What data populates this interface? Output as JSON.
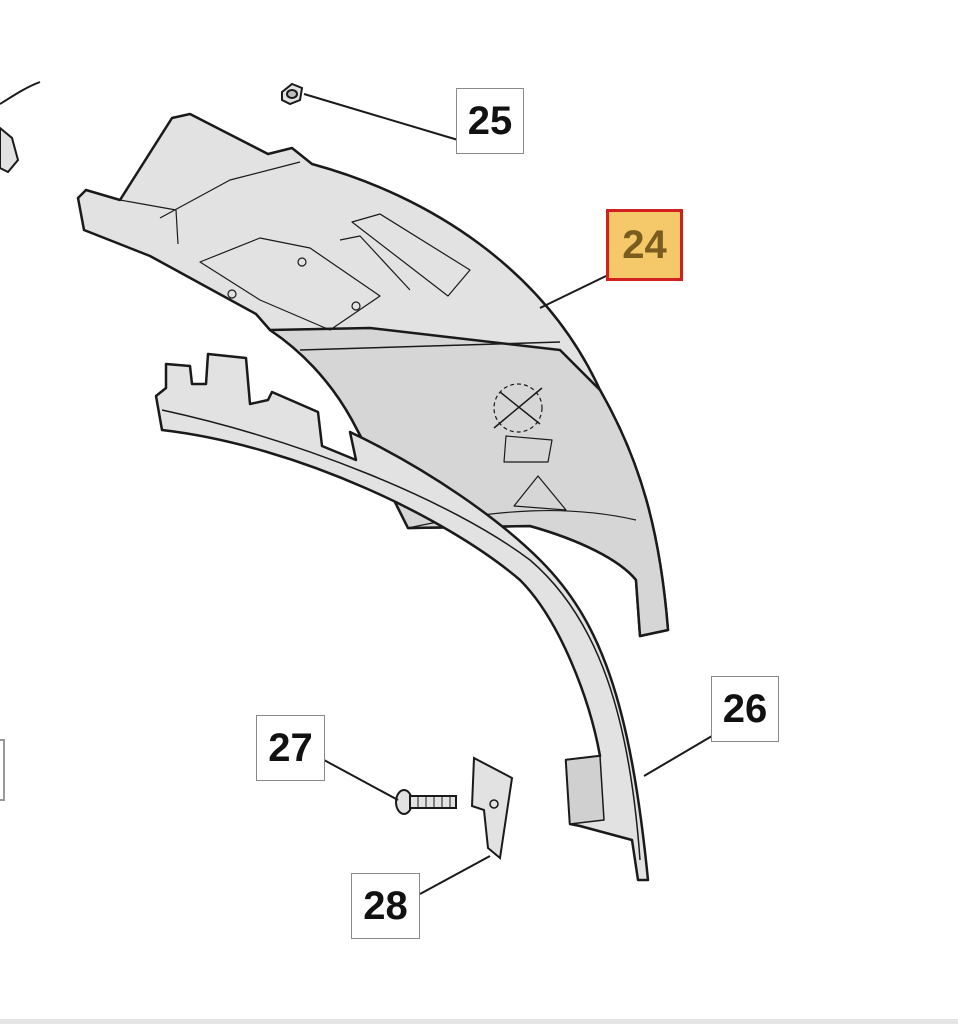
{
  "callouts": {
    "c24": "24",
    "c25": "25",
    "c26": "26",
    "c27": "27",
    "c28": "28"
  },
  "highlighted_part": "24",
  "colors": {
    "highlight_fill": "#f5c86a",
    "highlight_border": "#d21f1f",
    "part_fill": "#e2e2e2",
    "outline": "#1a1a1a"
  }
}
